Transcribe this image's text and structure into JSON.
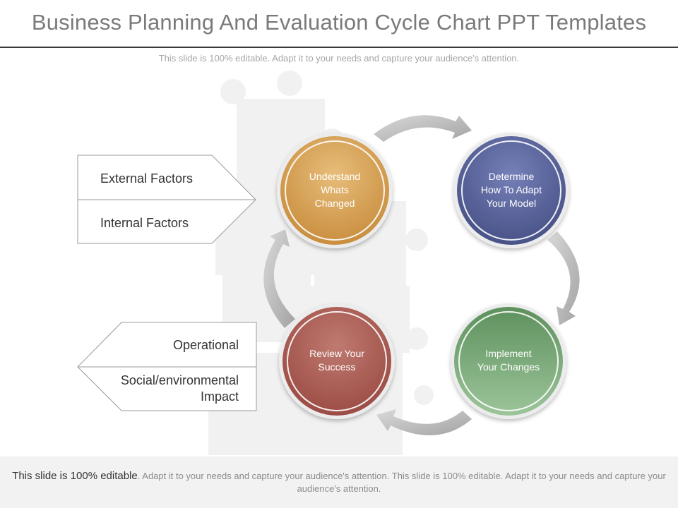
{
  "header": {
    "title": "Business Planning And Evaluation Cycle Chart PPT Templates",
    "subtitle": "This slide is 100% editable. Adapt it to your needs and capture your audience's attention."
  },
  "left_panel_top": {
    "items": [
      "External Factors",
      "Internal Factors"
    ]
  },
  "left_panel_bottom": {
    "items": [
      "Operational",
      "Social/environmental",
      "Impact"
    ]
  },
  "cycle": {
    "steps": [
      {
        "label_lines": [
          "Understand",
          "Whats",
          "Changed"
        ],
        "color": "#D49A4C"
      },
      {
        "label_lines": [
          "Determine",
          "How To Adapt",
          "Your Model"
        ],
        "color": "#4F5A94"
      },
      {
        "label_lines": [
          "Implement",
          "Your Changes"
        ],
        "color": "#6E9E6E"
      },
      {
        "label_lines": [
          "Review Your",
          "Success"
        ],
        "color": "#A8574F"
      }
    ]
  },
  "footer": {
    "lead": "This slide is 100% editable",
    "rest": ". Adapt it to your needs and capture your audience's attention. This slide is 100% editable. Adapt it to your needs and capture your audience's attention."
  }
}
